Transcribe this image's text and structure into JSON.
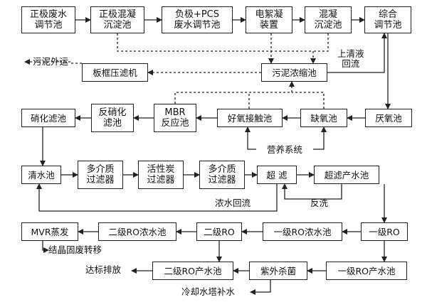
{
  "nodes": {
    "n1": "正极废水\n调节池",
    "n2": "正极混凝\n沉淀池",
    "n3": "负极+PCS\n废水调节池",
    "n4": "电絮凝\n装置",
    "n5": "混凝\n沉淀池",
    "n6": "综合\n调节池",
    "sludge_press": "板框压滤机",
    "sludge_thick": "污泥浓缩池",
    "nitrif": "硝化滤池",
    "denit": "反硝化\n滤池",
    "mbr": "MBR\n反应池",
    "aerobic": "好氧接触池",
    "anoxic": "缺氧池",
    "anaerobic": "厌氧池",
    "nutrient": "营养系统",
    "clear": "清水池",
    "mmf1": "多介质\n过滤器",
    "carbon": "活性炭\n过滤器",
    "mmf2": "多介质\n过滤器",
    "uf": "超  滤",
    "uf_prod": "超滤产水池",
    "mvr": "MVR蒸发",
    "ro2_conc": "二级RO浓水池",
    "ro2": "二级RO",
    "ro1_conc": "一级RO浓水池",
    "ro1": "一级RO",
    "ro2_prod": "二级RO产水池",
    "uv": "紫外杀菌",
    "ro1_prod": "一级RO产水池"
  },
  "labels": {
    "sludge_out": "污泥外运",
    "supernatant": "上清液\n回流",
    "conc_return": "浓水回流",
    "backwash": "反洗",
    "crystal": "结晶固废转移",
    "discharge": "达标排放",
    "cooling": "冷却水塔补水"
  },
  "colors": {
    "line": "#222222",
    "background": "#ffffff"
  }
}
